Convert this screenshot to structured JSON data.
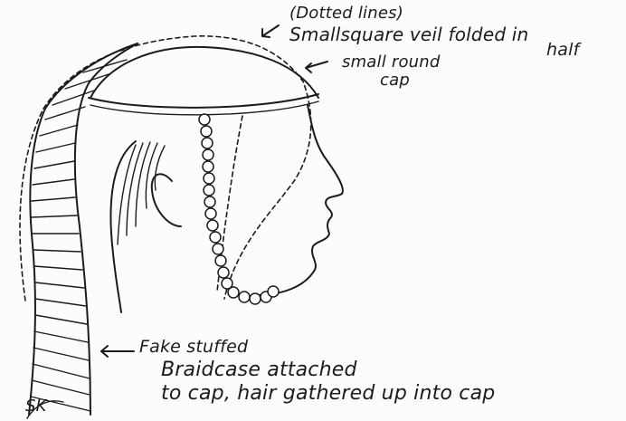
{
  "annotations": {
    "veil_note": "(Dotted lines)",
    "veil_description_line1": "Smallsquare veil folded in",
    "veil_description_line2": "half",
    "cap_label_line1": "small round",
    "cap_label_line2": "cap",
    "braidcase_line1": "Fake stuffed",
    "braidcase_line2": "Braidcase attached",
    "braidcase_line3": "to cap, hair gathered up into cap",
    "signature": "SK"
  },
  "colors": {
    "ink": "#1b1b1b",
    "paper": "#fcfcfb"
  },
  "icons": {
    "veil_pointer": "arrow-left-icon",
    "cap_pointer": "arrow-left-icon",
    "braidcase_pointer": "arrow-left-icon"
  }
}
